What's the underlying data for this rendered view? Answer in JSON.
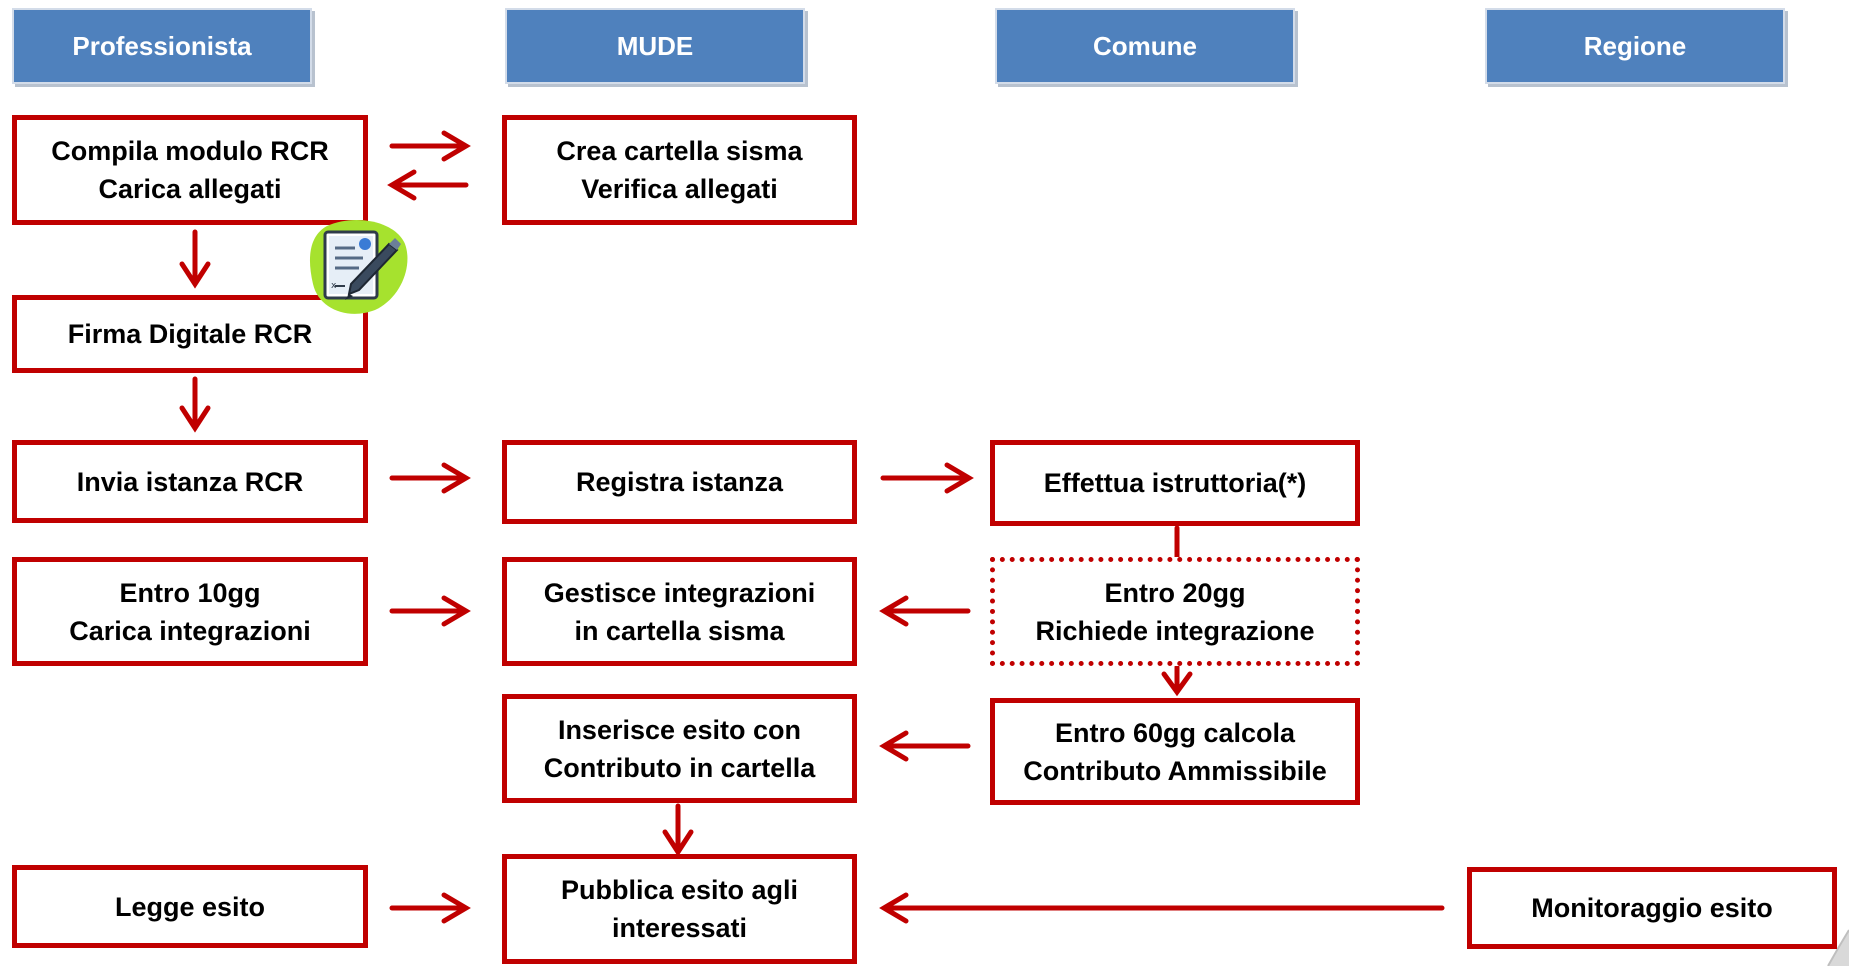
{
  "headers": {
    "professionista": "Professionista",
    "mude": "MUDE",
    "comune": "Comune",
    "regione": "Regione"
  },
  "boxes": {
    "compila": {
      "line1": "Compila modulo RCR",
      "line2": "Carica allegati"
    },
    "crea": {
      "line1": "Crea cartella sisma",
      "line2": "Verifica allegati"
    },
    "firma": {
      "line1": "Firma Digitale RCR"
    },
    "invia": {
      "line1": "Invia istanza RCR"
    },
    "registra": {
      "line1": "Registra istanza"
    },
    "istruttoria": {
      "line1": "Effettua istruttoria(*)"
    },
    "entro10": {
      "line1": "Entro 10gg",
      "line2": "Carica integrazioni"
    },
    "gestisce": {
      "line1": "Gestisce integrazioni",
      "line2": "in cartella sisma"
    },
    "entro20": {
      "line1": "Entro 20gg",
      "line2": "Richiede integrazione"
    },
    "inserisce": {
      "line1": "Inserisce esito con",
      "line2": "Contributo in cartella"
    },
    "entro60": {
      "line1": "Entro 60gg calcola",
      "line2": "Contributo Ammissibile"
    },
    "legge": {
      "line1": "Legge esito"
    },
    "pubblica": {
      "line1": "Pubblica esito agli",
      "line2": "interessati"
    },
    "monitoraggio": {
      "line1": "Monitoraggio esito"
    }
  },
  "colors": {
    "header_fill": "#4f81bd",
    "box_border": "#c00000",
    "arrow": "#c00000",
    "icon_blob": "#a6e22e"
  },
  "icons": {
    "signature": "digital-signature-icon"
  }
}
